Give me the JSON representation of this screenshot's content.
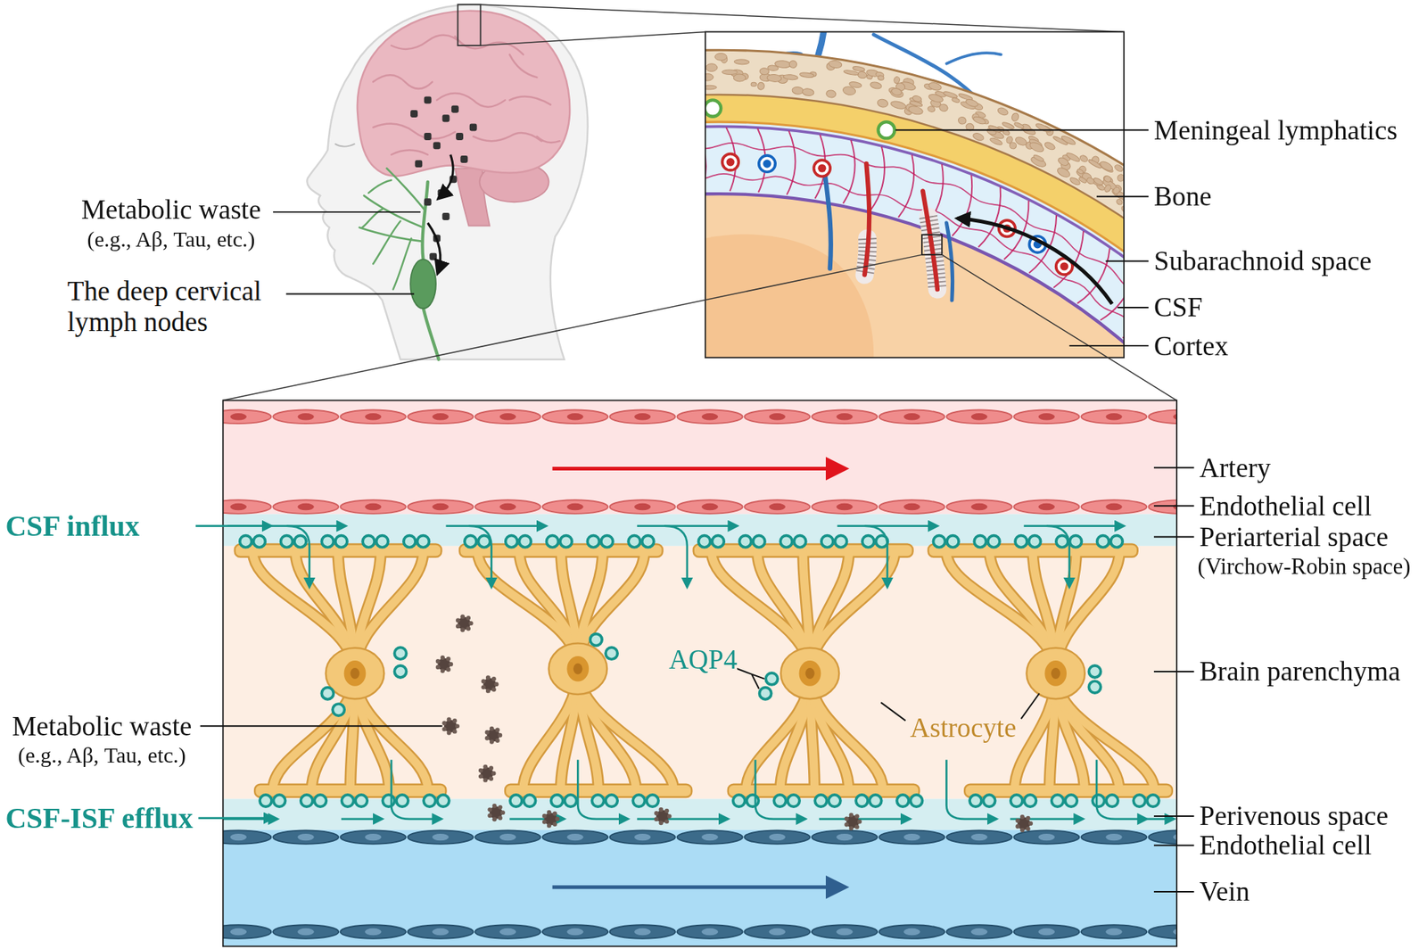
{
  "diagram": {
    "labels": [
      "Metabolic waste",
      "(e.g., Aβ, Tau, etc.)",
      "The deep cervical lymph nodes",
      "Meningeal lymphatics",
      "Bone",
      "Subarachnoid space",
      "CSF",
      "Cortex",
      "Artery",
      "Endothelial cell",
      "CSF influx",
      "Periarterial space",
      "(Virchow-Robin space)",
      "AQP4",
      "Brain parenchyma",
      "Metabolic waste",
      "(e.g., Aβ, Tau, etc.)",
      "Astrocyte",
      "CSF-ISF efflux",
      "Perivenous space",
      "Endothelial cell",
      "Vein"
    ]
  }
}
